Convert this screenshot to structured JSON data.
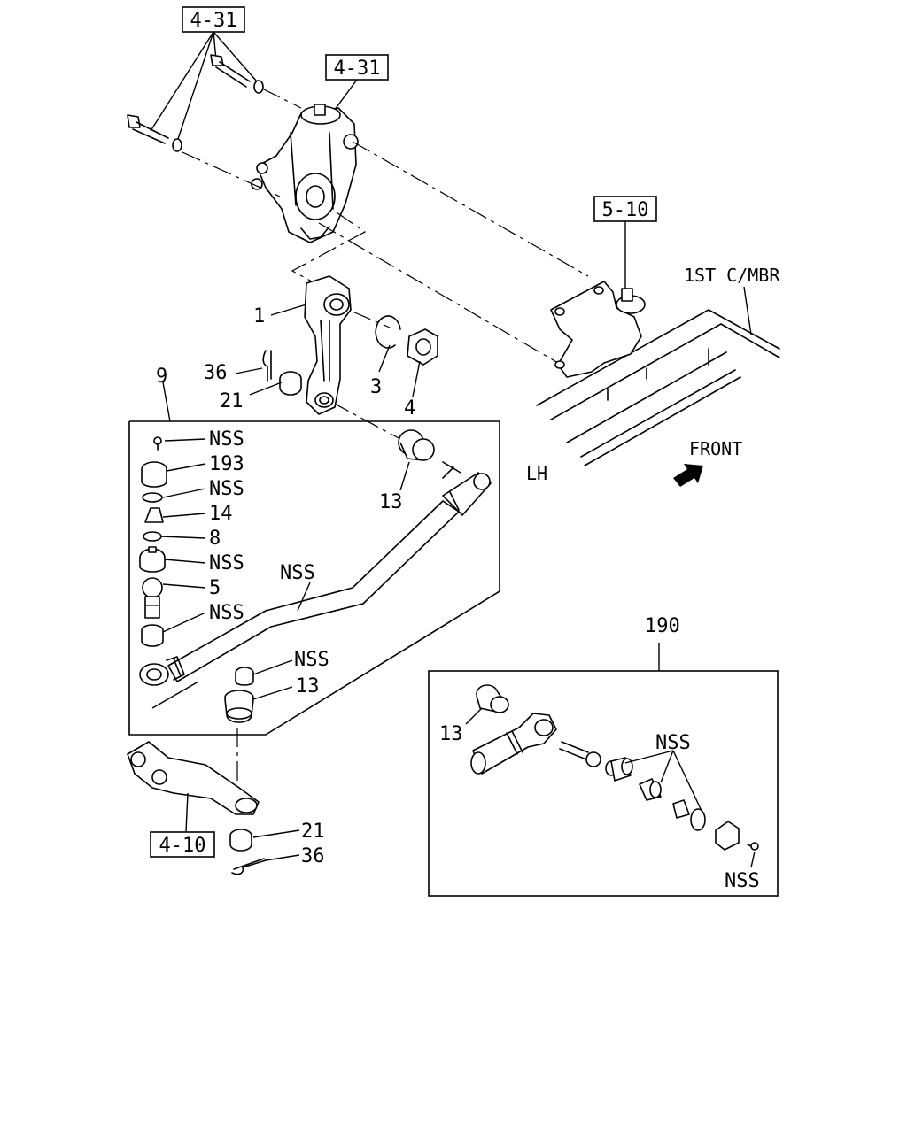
{
  "references": {
    "top_left": "4-31",
    "gearbox": "4-31",
    "bracket": "5-10",
    "knuckle_arm": "4-10"
  },
  "labels": {
    "frame_member": "1ST C/MBR",
    "front": "FRONT",
    "side": "LH",
    "idler_arm": "1",
    "snap_ring": "3",
    "nut": "4",
    "cotter_pin_upper": "36",
    "castle_nut_upper": "21",
    "assembly_9": "9",
    "seal_13_upper": "13",
    "tie_rod_nss": "NSS",
    "kit_190": "190",
    "kit_13": "13",
    "kit_nss_main": "NSS",
    "kit_nss_bottom": "NSS",
    "castle_nut_lower": "21",
    "cotter_pin_lower": "36",
    "nss_lower": "NSS",
    "seal_13_lower": "13"
  },
  "parts_list": [
    {
      "label": "NSS"
    },
    {
      "label": "193"
    },
    {
      "label": "NSS"
    },
    {
      "label": "14"
    },
    {
      "label": "8"
    },
    {
      "label": "NSS"
    },
    {
      "label": "5"
    },
    {
      "label": "NSS"
    }
  ],
  "colors": {
    "line": "#000000",
    "background": "#ffffff"
  },
  "icons": {
    "front_arrow": "arrow-up-right-icon"
  }
}
